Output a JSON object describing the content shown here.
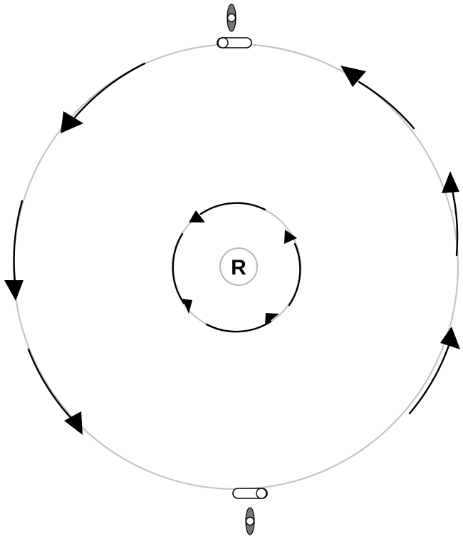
{
  "diagram": {
    "center_label": "R",
    "outer_orbit": {
      "arrow_count": 6,
      "arc_segments": 6
    },
    "inner_orbit": {
      "arrow_count": 4,
      "arc_segments": 4
    },
    "marker_count": 2,
    "colors": {
      "orbit_gray": "#c4c4c4",
      "arc_black": "#000000",
      "shadow": "#777777",
      "background": "#ffffff"
    }
  }
}
